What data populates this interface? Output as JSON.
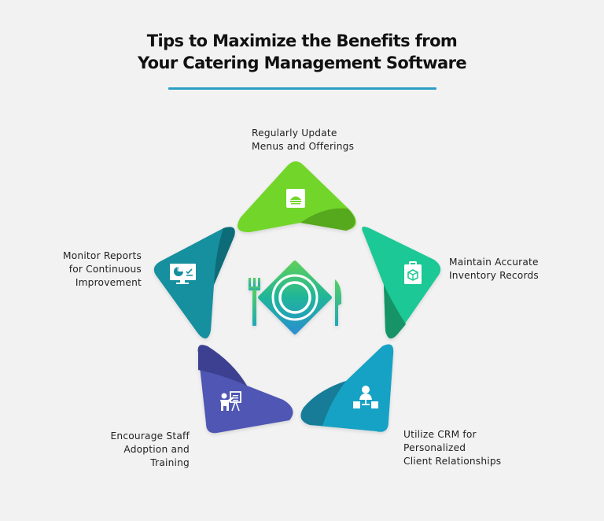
{
  "title": {
    "line1": "Tips to Maximize the Benefits from",
    "line2": "Your Catering Management Software"
  },
  "colors": {
    "background": "#f2f2f2",
    "divider": "#2a9fc4",
    "green": "#72d62a",
    "green_fold": "#57a81c",
    "mint": "#1fc895",
    "mint_fold": "#139468",
    "blue": "#17a2c4",
    "blue_fold": "#137c98",
    "indigo": "#4f56b3",
    "indigo_fold": "#3c4190",
    "teal": "#138f9e",
    "teal_fold": "#0e6c78"
  },
  "center": {
    "icon": "plate-fork-knife-icon"
  },
  "tips": [
    {
      "id": "menus",
      "line1": "Regularly Update",
      "line2": "Menus and Offerings",
      "icon": "food-cloche-icon"
    },
    {
      "id": "inventory",
      "line1": "Maintain Accurate",
      "line2": "Inventory Records",
      "icon": "clipboard-box-icon"
    },
    {
      "id": "crm",
      "line1": "Utilize CRM for",
      "line2": "Personalized",
      "line3": "Client Relationships",
      "icon": "org-hierarchy-icon"
    },
    {
      "id": "training",
      "line1": "Encourage Staff",
      "line2": "Adoption and",
      "line3": "Training",
      "icon": "presentation-trainer-icon"
    },
    {
      "id": "reports",
      "line1": "Monitor Reports",
      "line2": "for Continuous",
      "line3": "Improvement",
      "icon": "monitor-chart-icon"
    }
  ]
}
